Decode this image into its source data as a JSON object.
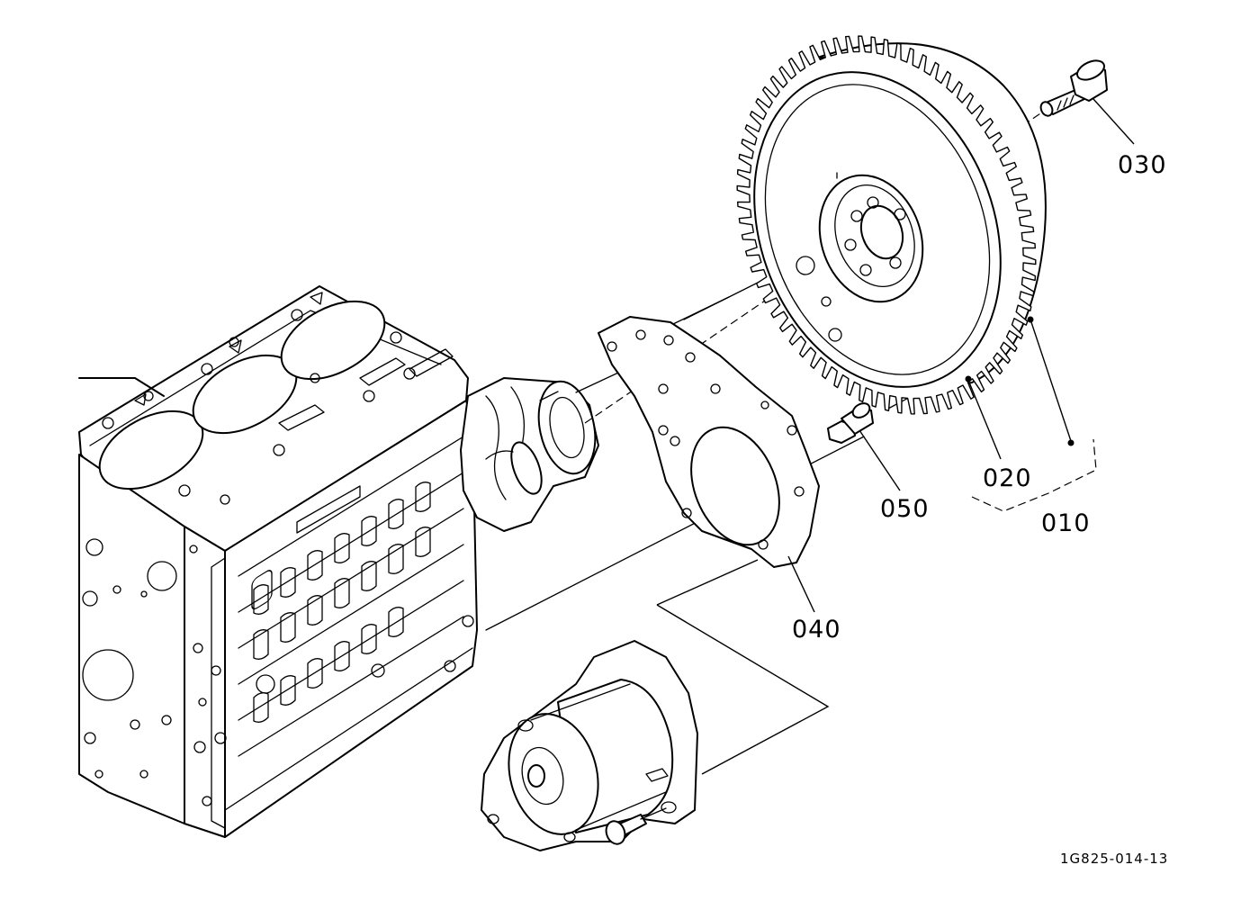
{
  "diagram": {
    "type": "exploded parts diagram",
    "reference_code": "1G825-014-13",
    "callouts": [
      {
        "id": "010",
        "label": "010"
      },
      {
        "id": "020",
        "label": "020"
      },
      {
        "id": "030",
        "label": "030"
      },
      {
        "id": "040",
        "label": "040"
      },
      {
        "id": "050",
        "label": "050"
      }
    ],
    "components": [
      {
        "name": "engine-block",
        "icon": "engine-block-icon"
      },
      {
        "name": "crankshaft",
        "icon": "crankshaft-icon"
      },
      {
        "name": "back-end-plate",
        "icon": "plate-icon"
      },
      {
        "name": "flywheel",
        "icon": "flywheel-icon"
      },
      {
        "name": "ring-gear",
        "icon": "gear-icon"
      },
      {
        "name": "flywheel-bolt",
        "icon": "bolt-icon"
      },
      {
        "name": "plate-bolt",
        "icon": "bolt-icon"
      },
      {
        "name": "starter-motor",
        "icon": "motor-icon"
      }
    ],
    "colors": {
      "ink": "#000000",
      "paper": "#ffffff"
    }
  }
}
